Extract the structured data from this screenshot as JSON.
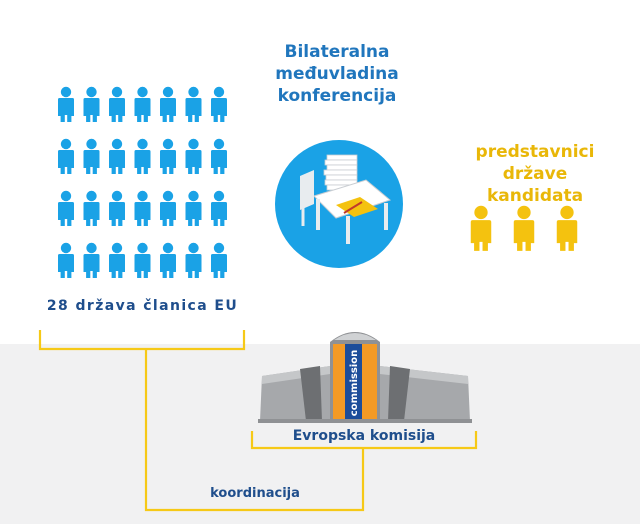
{
  "diagram": {
    "title_lines": [
      "Bilateralna",
      "međuvladina",
      "konferencija"
    ],
    "candidates_lines": [
      "predstavnici",
      "države kandidata"
    ],
    "member_states_label": "28 država članica EU",
    "commission_label": "Evropska komisija",
    "commission_sign": "commission",
    "coordination_label": "koordinacija",
    "member_states_count": 28,
    "candidate_representatives_count": 3
  },
  "icons": {
    "member_person": "person-icon",
    "candidate_person": "person-icon",
    "conference_table": "conference-table-icon",
    "commission_building": "commission-building-icon"
  },
  "colors": {
    "member_blue": "#1aa2e6",
    "candidate_yellow": "#f4c20f",
    "title_blue": "#2076bd",
    "candidate_text": "#e9b708",
    "label_navy": "#1f4e8c",
    "bracket_yellow": "#f6c917",
    "commission_orange": "#f39a25",
    "commission_blue": "#1c4d9a",
    "building_grey": "#a6a8ab"
  }
}
